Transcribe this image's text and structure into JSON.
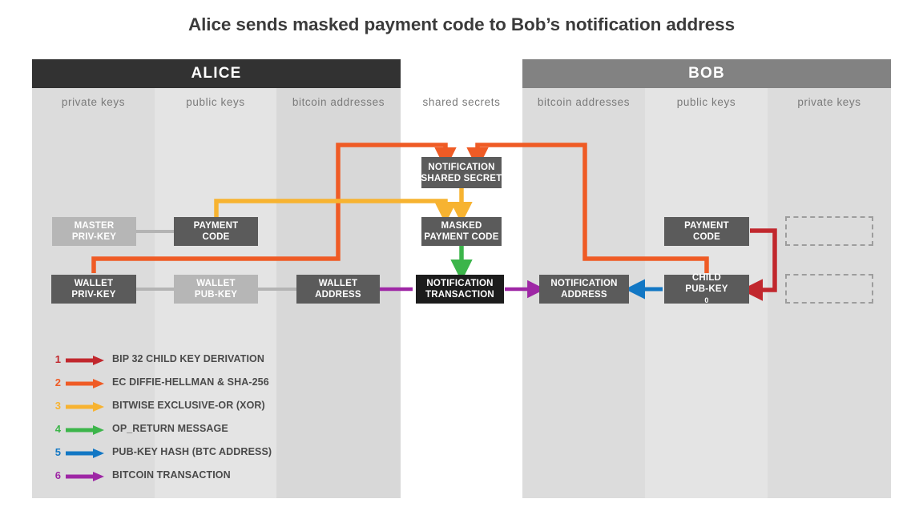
{
  "title": "Alice sends masked payment code to Bob’s notification address",
  "parties": [
    {
      "name": "alice",
      "label": "ALICE",
      "color": "#323232"
    },
    {
      "name": "bob",
      "label": "BOB",
      "color": "#828282"
    }
  ],
  "columns": [
    {
      "name": "alice-private-keys",
      "label": "private keys",
      "bg": "#dcdcdc"
    },
    {
      "name": "alice-public-keys",
      "label": "public keys",
      "bg": "#e4e4e4"
    },
    {
      "name": "alice-bitcoin-addresses",
      "label": "bitcoin addresses",
      "bg": "#d8d8d8"
    },
    {
      "name": "shared-secrets",
      "label": "shared secrets",
      "bg": "#ffffff"
    },
    {
      "name": "bob-bitcoin-addresses",
      "label": "bitcoin addresses",
      "bg": "#dcdcdc"
    },
    {
      "name": "bob-public-keys",
      "label": "public keys",
      "bg": "#e4e4e4"
    },
    {
      "name": "bob-private-keys",
      "label": "private keys",
      "bg": "#dcdcdc"
    }
  ],
  "nodes": [
    {
      "name": "alice-master-priv-key",
      "line1": "MASTER",
      "line2": "PRIV-KEY",
      "style": "light"
    },
    {
      "name": "alice-payment-code",
      "line1": "PAYMENT",
      "line2": "CODE",
      "style": "dark"
    },
    {
      "name": "alice-wallet-priv-key",
      "line1": "WALLET",
      "line2": "PRIV-KEY",
      "style": "dark"
    },
    {
      "name": "alice-wallet-pub-key",
      "line1": "WALLET",
      "line2": "PUB-KEY",
      "style": "light"
    },
    {
      "name": "alice-wallet-address",
      "line1": "WALLET",
      "line2": "ADDRESS",
      "style": "dark"
    },
    {
      "name": "notification-shared-secret",
      "line1": "NOTIFICATION",
      "line2": "SHARED SECRET",
      "style": "dark"
    },
    {
      "name": "masked-payment-code",
      "line1": "MASKED",
      "line2": "PAYMENT CODE",
      "style": "dark"
    },
    {
      "name": "notification-transaction",
      "line1": "NOTIFICATION",
      "line2": "TRANSACTION",
      "style": "black"
    },
    {
      "name": "bob-notification-address",
      "line1": "NOTIFICATION",
      "line2": "ADDRESS",
      "style": "dark"
    },
    {
      "name": "bob-payment-code",
      "line1": "PAYMENT",
      "line2": "CODE",
      "style": "dark"
    },
    {
      "name": "bob-child-pub-key",
      "line1": "CHILD",
      "line2": "PUB-KEY",
      "sub": "0",
      "style": "dark"
    }
  ],
  "legend": [
    {
      "name": "legend-bip32",
      "num": "1",
      "text": "BIP 32 CHILD KEY DERIVATION",
      "color": "#c1272d"
    },
    {
      "name": "legend-ecdh",
      "num": "2",
      "text": "EC DIFFIE-HELLMAN & SHA-256",
      "color": "#ef5b25"
    },
    {
      "name": "legend-xor",
      "num": "3",
      "text": "BITWISE EXCLUSIVE-OR (XOR)",
      "color": "#f7b331"
    },
    {
      "name": "legend-op-return",
      "num": "4",
      "text": "OP_RETURN MESSAGE",
      "color": "#3cb54a"
    },
    {
      "name": "legend-pubkeyhash",
      "num": "5",
      "text": "PUB-KEY HASH (BTC ADDRESS)",
      "color": "#1277c4"
    },
    {
      "name": "legend-btc-tx",
      "num": "6",
      "text": "BITCOIN TRANSACTION",
      "color": "#9e27a5"
    }
  ]
}
